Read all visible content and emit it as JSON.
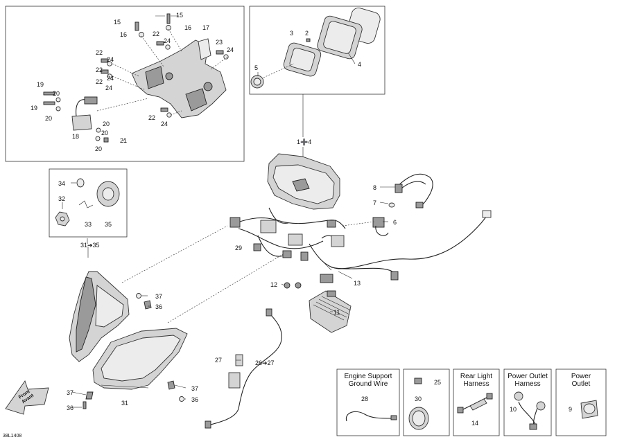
{
  "diagram_id": "38L1408",
  "callouts": {
    "c1to4": "1➕4",
    "c2": "2",
    "c3": "3",
    "c4": "4",
    "c5": "5",
    "c6": "6",
    "c7": "7",
    "c8": "8",
    "c9": "9",
    "c10": "10",
    "c11": "11",
    "c12": "12",
    "c13": "13",
    "c14": "14",
    "c15": "15",
    "c16": "16",
    "c17": "17",
    "c18": "18",
    "c19": "19",
    "c20": "20",
    "c21": "21",
    "c22": "22",
    "c23": "23",
    "c24": "24",
    "c25": "25",
    "c26to27": "26➔27",
    "c27": "27",
    "c28": "28",
    "c29": "29",
    "c30": "30",
    "c31": "31",
    "c31to35": "31➔35",
    "c32": "32",
    "c33": "33",
    "c34": "34",
    "c35": "35",
    "c36": "36",
    "c37": "37"
  },
  "boxes": {
    "engine_support": "Engine Support Ground Wire",
    "rear_light": "Rear Light Harness",
    "power_outlet_harness": "Power Outlet Harness",
    "power_outlet": "Power Outlet"
  },
  "direction_arrow": {
    "line1": "Front",
    "line2": "Avant"
  }
}
